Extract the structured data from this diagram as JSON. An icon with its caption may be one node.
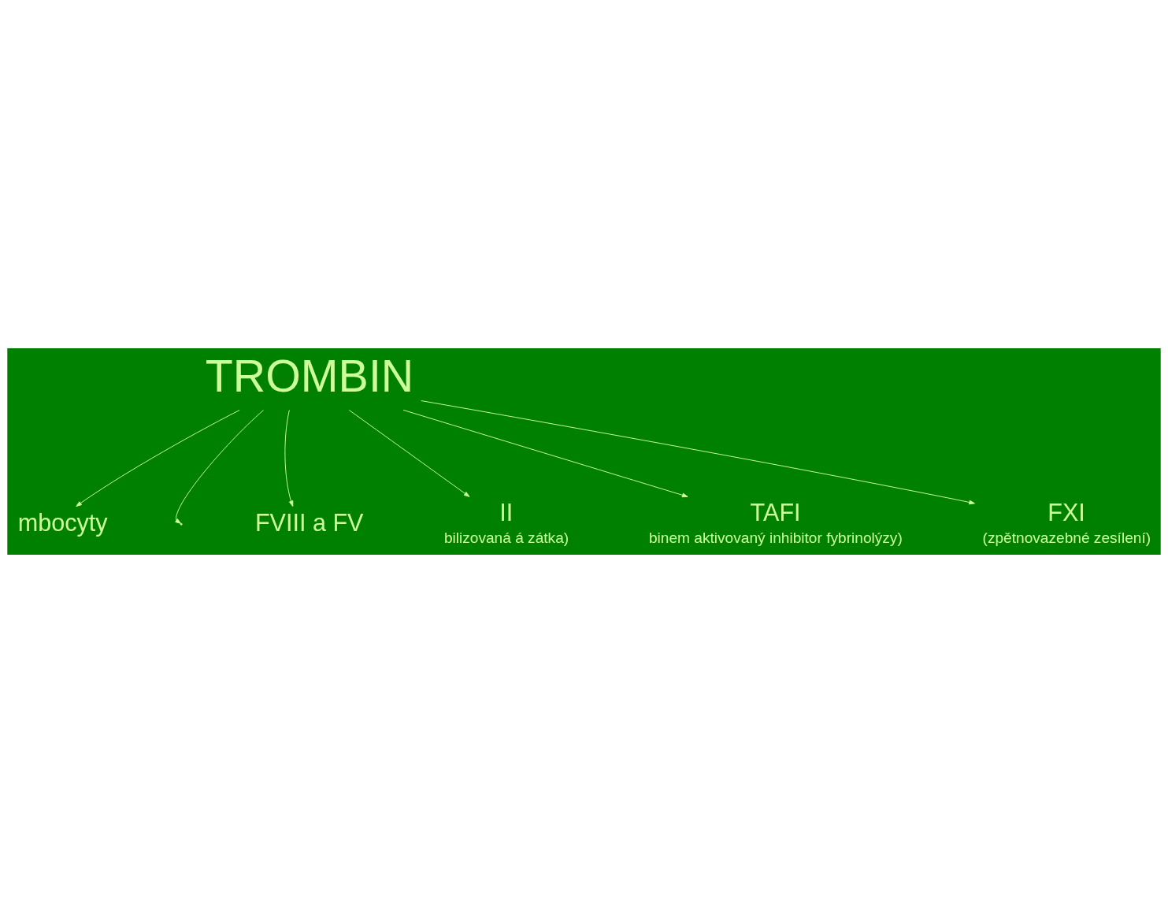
{
  "diagram": {
    "nodes": [
      {
        "text": [
          "TROMBIN"
        ]
      },
      {
        "text": [
          "mbocyty"
        ]
      },
      {
        "text": [
          "FVIII a FV"
        ]
      },
      {
        "text": [
          "II"
        ],
        "beside": [
          "bilizovaná á zátka)"
        ]
      },
      {
        "text": [
          "FXI"
        ],
        "beside": [
          "(zpětnovazebné zesílení)"
        ]
      },
      {
        "text": [
          "TAFI"
        ],
        "beside": [
          "binem aktivovaný inhibitor fybrinolýzy)"
        ]
      }
    ],
    "edges": [
      {
        "from": 0,
        "to": null,
        "arrow": "to"
      },
      {
        "from": 0,
        "to": 1,
        "arrow": "to"
      },
      {
        "from": 0,
        "to": 2,
        "arrow": "to"
      },
      {
        "from": 0,
        "to": 3,
        "arrow": "to"
      },
      {
        "from": 0,
        "to": 4,
        "arrow": "to"
      },
      {
        "from": 0,
        "to": 5,
        "arrow": "to"
      }
    ]
  }
}
